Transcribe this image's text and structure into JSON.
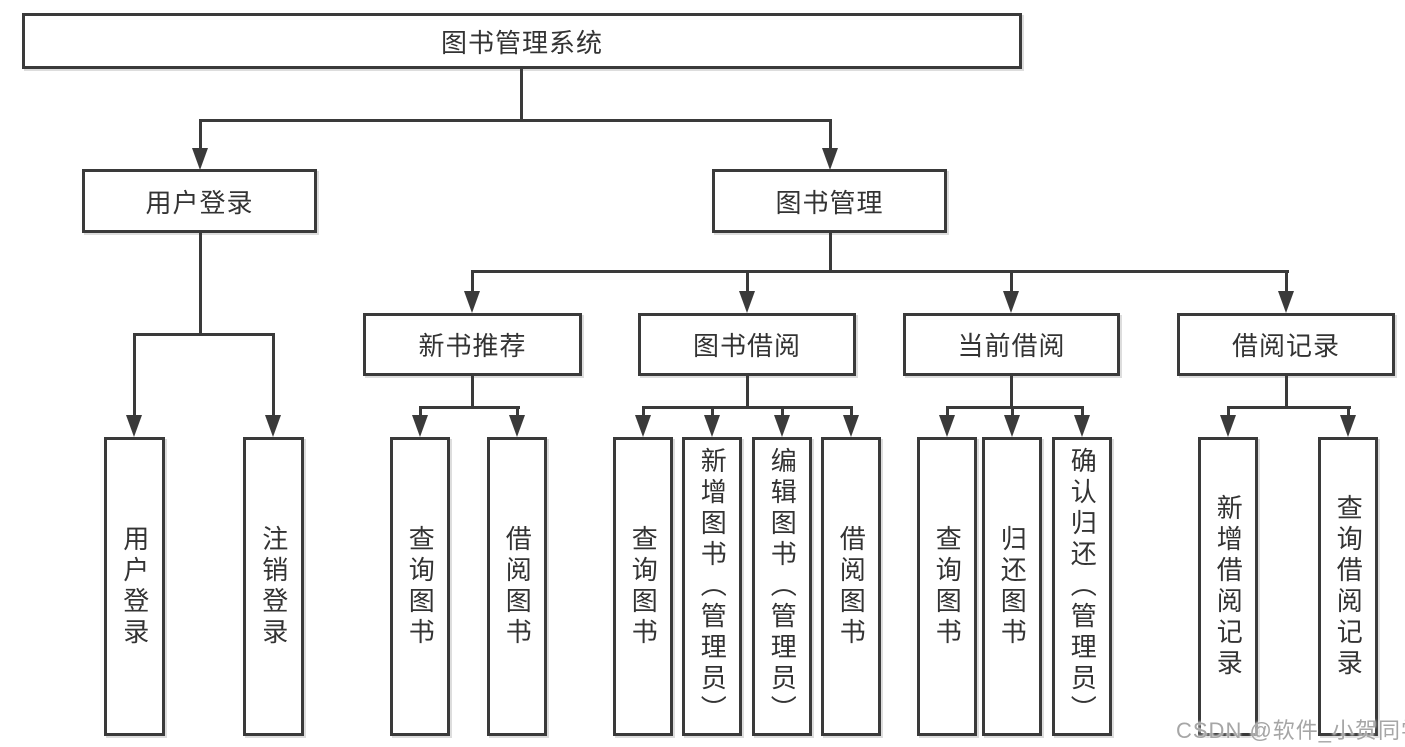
{
  "colors": {
    "line": "#3a3a3a",
    "text": "#333333",
    "box_background": "#ffffff",
    "page_background": "#ffffff",
    "watermark": "#a6a6a6"
  },
  "root": {
    "label": "图书管理系统"
  },
  "branches": [
    {
      "label": "用户登录",
      "children": [
        "用户登录",
        "注销登录"
      ]
    },
    {
      "label": "图书管理",
      "children": [
        {
          "label": "新书推荐",
          "children": [
            "查询图书",
            "借阅图书"
          ]
        },
        {
          "label": "图书借阅",
          "children": [
            "查询图书",
            "新增图书（管理员）",
            "编辑图书（管理员）",
            "借阅图书"
          ]
        },
        {
          "label": "当前借阅",
          "children": [
            "查询图书",
            "归还图书",
            "确认归还（管理员）"
          ]
        },
        {
          "label": "借阅记录",
          "children": [
            "新增借阅记录",
            "查询借阅记录"
          ]
        }
      ]
    }
  ],
  "watermark": {
    "text": "CSDN @软件_小贺同学"
  }
}
